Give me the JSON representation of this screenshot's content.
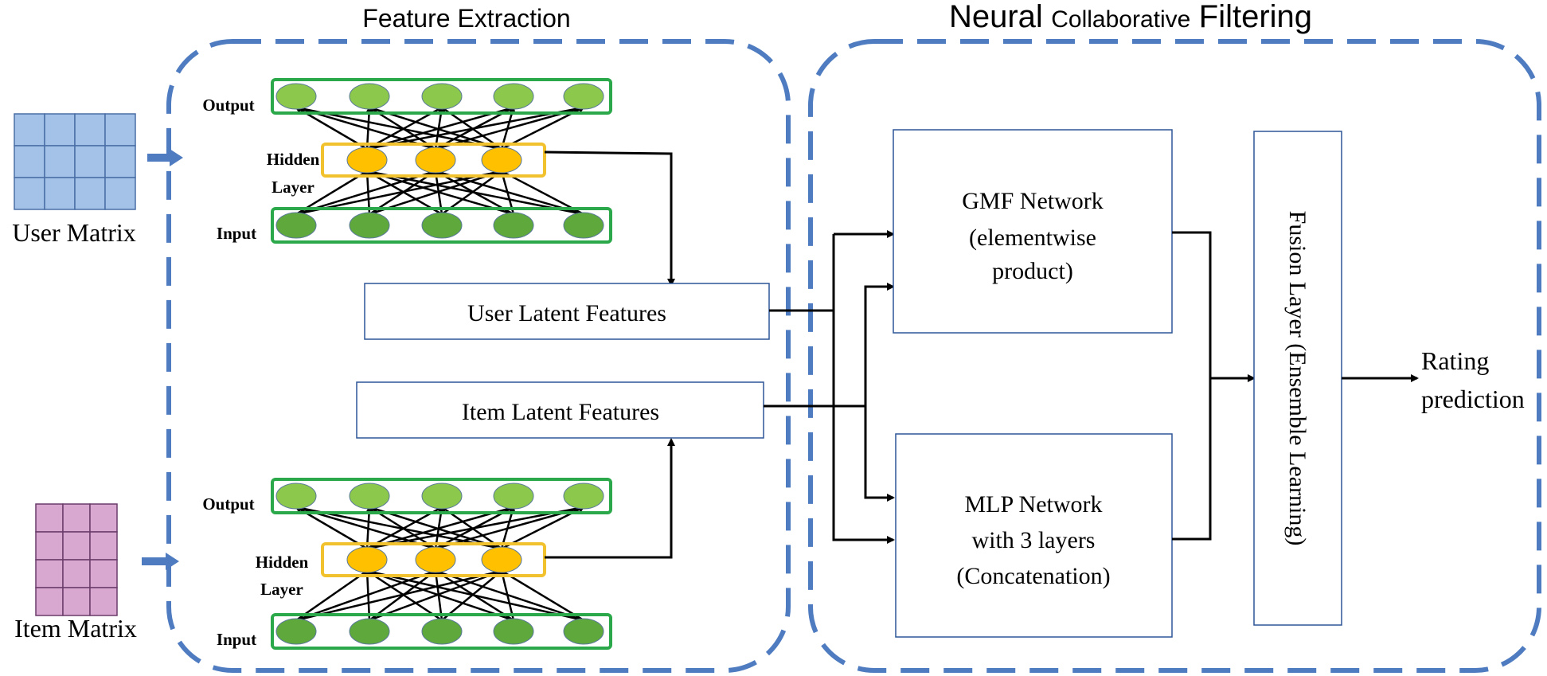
{
  "sections": {
    "feature_extraction": {
      "title": "Feature Extraction"
    },
    "ncf": {
      "title_word1": "Neural",
      "title_word2": "Collaborative",
      "title_word3": "Filtering"
    }
  },
  "inputs": {
    "user_matrix": {
      "label": "User Matrix",
      "color": "#a4c2e8"
    },
    "item_matrix": {
      "label": "Item Matrix",
      "color": "#d8a8d0"
    }
  },
  "autoencoder": {
    "output_label": "Output",
    "hidden_label_line1": "Hidden",
    "hidden_label_line2": "Layer",
    "input_label": "Input"
  },
  "latent": {
    "user": "User Latent Features",
    "item": "Item Latent Features"
  },
  "gmf": {
    "line1": "GMF Network",
    "line2": "(elementwise",
    "line3": "product)"
  },
  "mlp": {
    "line1": "MLP Network",
    "line2": "with 3 layers",
    "line3": "(Concatenation)"
  },
  "fusion": {
    "label": "Fusion Layer (Ensemble Learning)"
  },
  "output": {
    "line1": "Rating",
    "line2": "prediction"
  },
  "colors": {
    "dashed_border": "#4f7cc0",
    "layer_frame_green": "#2ba84a",
    "hidden_frame_yellow": "#f2c12e",
    "output_node": "#8cc84b",
    "input_node": "#5fa83c",
    "hidden_node": "#ffc000",
    "box_border": "#2e5597",
    "arrow": "#000000"
  }
}
